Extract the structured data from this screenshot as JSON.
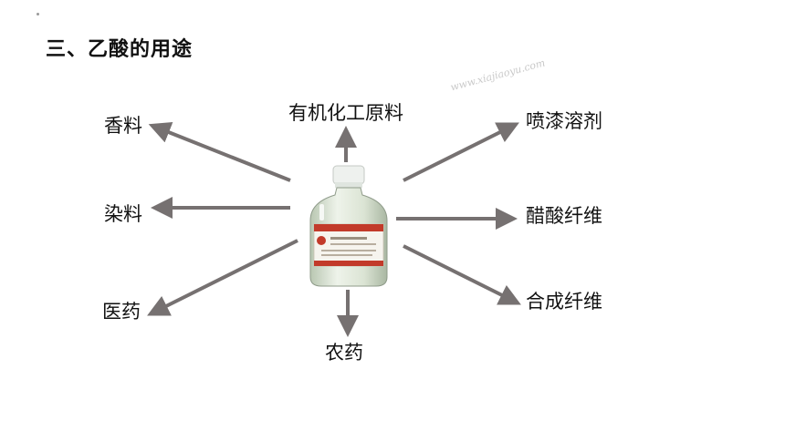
{
  "title": "三、乙酸的用途",
  "watermark": "www.xiajiaoyu.com",
  "center": {
    "icon": "acetic-acid-bottle-icon"
  },
  "uses": {
    "top": "有机化工原料",
    "upper_left": "香料",
    "middle_left": "染料",
    "lower_left": "医药",
    "bottom": "农药",
    "upper_right": "喷漆溶剂",
    "middle_right": "醋酸纤维",
    "lower_right": "合成纤维"
  },
  "colors": {
    "arrow": "#767171",
    "text": "#111111"
  }
}
